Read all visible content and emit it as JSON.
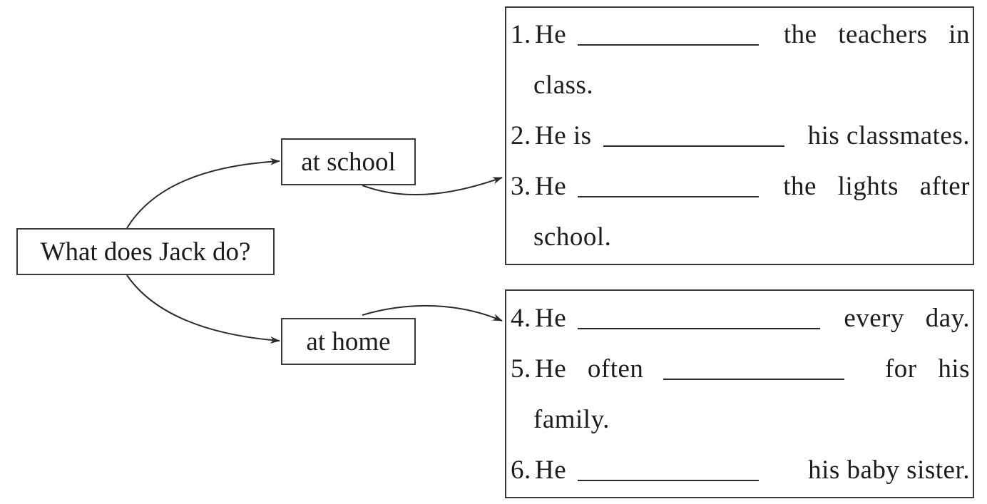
{
  "question": "What does Jack do?",
  "branches": {
    "school": {
      "label": "at school",
      "items": [
        {
          "num": "1.",
          "before": "He",
          "after": "the teachers in",
          "continuation": "class."
        },
        {
          "num": "2.",
          "before": "He is",
          "after": "his classmates."
        },
        {
          "num": "3.",
          "before": "He",
          "after": "the lights after",
          "continuation": "school."
        }
      ]
    },
    "home": {
      "label": "at home",
      "items": [
        {
          "num": "4.",
          "before": "He",
          "after": "every day."
        },
        {
          "num": "5.",
          "before": "He often",
          "after": "for his",
          "continuation": "family."
        },
        {
          "num": "6.",
          "before": "He",
          "after": "his baby sister."
        }
      ]
    }
  }
}
